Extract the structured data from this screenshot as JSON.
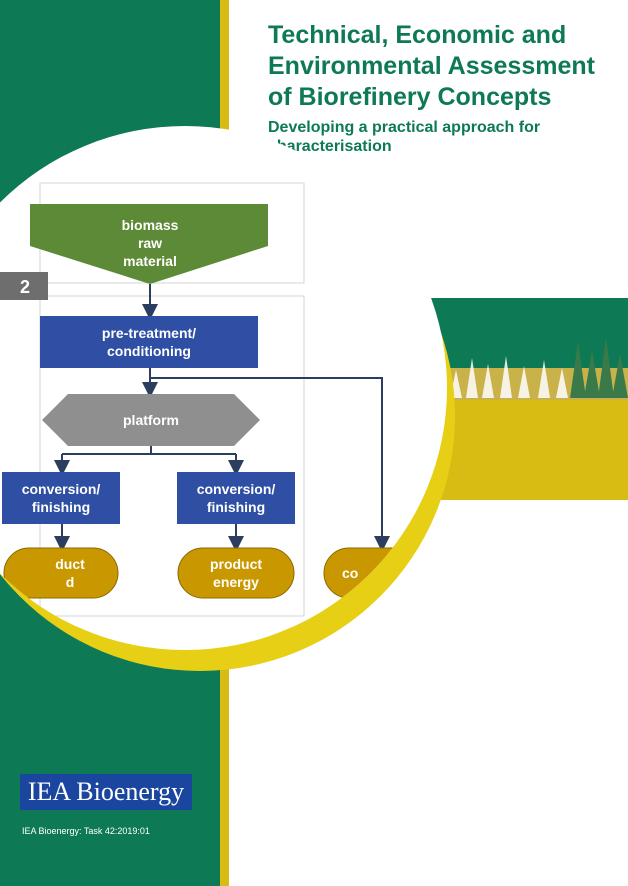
{
  "cover": {
    "title_lines": [
      "Technical, Economic and",
      "Environmental Assessment",
      "of Biorefinery Concepts"
    ],
    "subtitle_lines": [
      "Developing a practical approach for",
      "characterisation"
    ],
    "logo_text": "IEA Bioenergy",
    "report_id": "IEA Bioenergy: Task 42:2019:01",
    "colors": {
      "green": "#0e7a55",
      "yellow": "#d8bc14",
      "logo_blue": "#1a46a0"
    }
  },
  "diagram": {
    "section_number": "2",
    "raw_material": [
      "biomass",
      "raw",
      "material"
    ],
    "pretreatment": [
      "pre-treatment/",
      "conditioning"
    ],
    "platform": "platform",
    "conversion_left": [
      "conversion/",
      "finishing"
    ],
    "conversion_right": [
      "conversion/",
      "finishing"
    ],
    "product_left": [
      "duct",
      "d"
    ],
    "product_right": [
      "product",
      "energy"
    ],
    "product_far": "co",
    "colors": {
      "raw": "#5d8a36",
      "process": "#2e4fa3",
      "platform": "#8f8f8f",
      "product": "#c99800"
    }
  }
}
